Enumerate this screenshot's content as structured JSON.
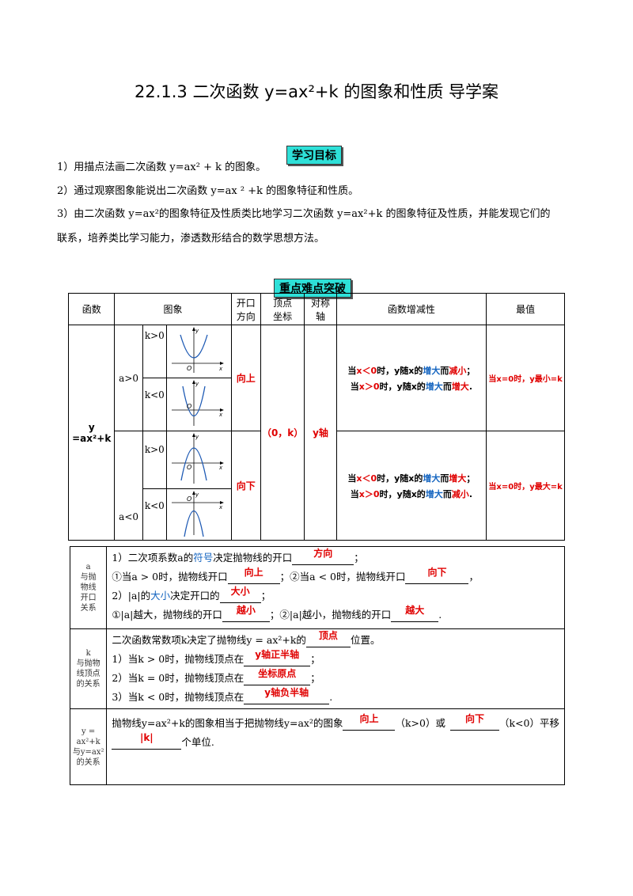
{
  "title": "22.1.3  二次函数 y=ax²+k 的图象和性质  导学案",
  "section1": {
    "heading": "学习目标",
    "items": [
      "1）用描点法画二次函数 y=ax² + k 的图象。",
      "2）通过观察图象能说出二次函数 y=ax ² +k 的图象特征和性质。",
      "3）由二次函数 y=ax²的图象特征及性质类比地学习二次函数 y=ax²+k 的图象特征及性质，并能发现它们的",
      "联系，培养类比学习能力，渗透数形结合的数学思想方法。"
    ]
  },
  "section2": {
    "heading": "重点难点突破",
    "headers": [
      "函数",
      "图象",
      "开口方向",
      "顶点坐标",
      "对称轴",
      "函数增减性",
      "最值"
    ],
    "header_lines": {
      "open": [
        "开口",
        "方向"
      ],
      "vertex": [
        "顶点",
        "坐标"
      ],
      "axis": [
        "对称",
        "轴"
      ]
    },
    "func_label": [
      "y",
      "=ax²+k"
    ],
    "a_pos": "a>0",
    "a_neg": "a<0",
    "k_pos": "k>0",
    "k_neg": "k<0",
    "open_up": "向上",
    "open_down": "向下",
    "vertex": "（0，k）",
    "axis": "y轴",
    "mono_up": [
      {
        "pre": "当",
        "x": "x＜0",
        "mid": "时，y随x的",
        "inc": "增大",
        "and": "而",
        "res": "减小",
        "end": "；"
      },
      {
        "pre": "当",
        "x": "x＞0",
        "mid": "时，y随x的",
        "inc": "增大",
        "and": "而",
        "res": "增大",
        "end": "."
      }
    ],
    "mono_down": [
      {
        "pre": "当",
        "x": "x＜0",
        "mid": "时，y随x的",
        "inc": "增大",
        "and": "而",
        "res": "增大",
        "end": "；"
      },
      {
        "pre": "当",
        "x": "x＞0",
        "mid": "时，y随x的",
        "inc": "增大",
        "and": "而",
        "res": "减小",
        "end": "."
      }
    ],
    "min_text": "当x=0时，y最小=k",
    "max_text": "当x=0时，y最大=k",
    "graph_labels": {
      "y": "y",
      "x": "x",
      "o": "O"
    }
  },
  "section3": {
    "row1": {
      "label": [
        "a",
        "与抛",
        "物线",
        "开口",
        "关系"
      ],
      "l1_pre": "1）二次项系数a的",
      "l1_kw": "符号",
      "l1_post": "决定抛物线的开口",
      "l1_ans": "方向",
      "l1_end": "；",
      "l2_a": "①当a > 0时，抛物线开口",
      "l2_ans1": "向上",
      "l2_b": "；②当a < 0时，抛物线开口",
      "l2_ans2": "向下",
      "l2_end": "，",
      "l3_pre": "2）|a|的",
      "l3_kw": "大小",
      "l3_post": "决定开口的",
      "l3_ans": "大小",
      "l3_end": "；",
      "l4_a": "①|a|越大，抛物线的开口",
      "l4_ans1": "越小",
      "l4_b": "；②|a|越小，抛物线的开口",
      "l4_ans2": "越大",
      "l4_end": "."
    },
    "row2": {
      "label": [
        "k",
        "与抛物",
        "线顶点",
        "的关系"
      ],
      "l1_pre": "二次函数常数项k决定了抛物线y = ax²+k的",
      "l1_ans": "顶点",
      "l1_end": "位置。",
      "l2_pre": "1）当k > 0时，抛物线顶点在",
      "l2_ans": "y轴正半轴",
      "l2_end": "；",
      "l3_pre": "2）当k = 0时，抛物线顶点在",
      "l3_ans": "坐标原点",
      "l3_end": "；",
      "l4_pre": "3）当k < 0时，抛物线顶点在",
      "l4_ans": "y轴负半轴",
      "l4_end": "."
    },
    "row3": {
      "label": [
        "y =",
        "ax²+k",
        "与y=ax²",
        "的关系"
      ],
      "l1_pre": "抛物线y=ax²+k的图象相当于把抛物线y=ax²的图象",
      "l1_ans1": "向上",
      "l1_mid": "（k>0）或",
      "l1_ans2": "向下",
      "l1_end": "（k<0）平移",
      "l2_ans": "|k|",
      "l2_end": "个单位."
    }
  }
}
